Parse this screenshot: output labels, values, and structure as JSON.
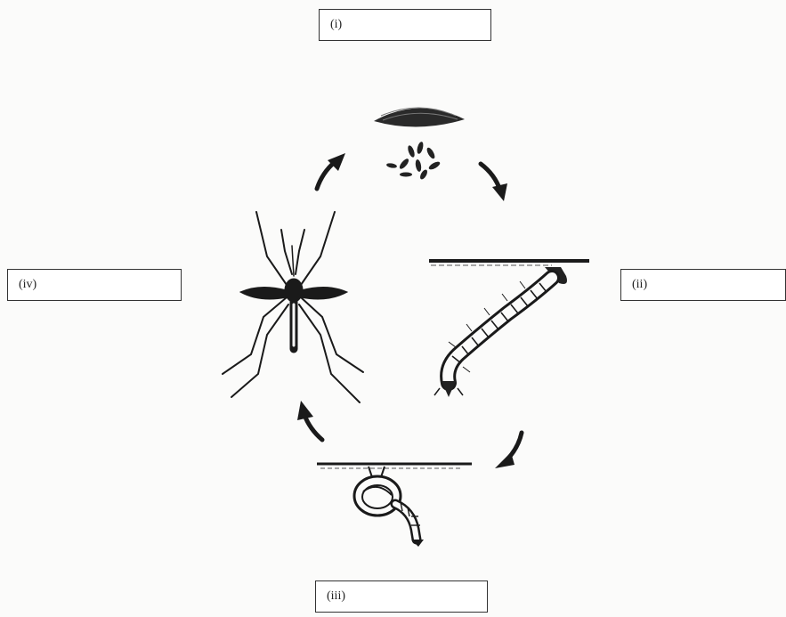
{
  "labels": {
    "stage_1": "(i)",
    "stage_2": "(ii)",
    "stage_3": "(iii)",
    "stage_4": "(iv)"
  },
  "colors": {
    "ink": "#1a1a1a",
    "paper": "#fbfbfa"
  },
  "icons": [
    "egg-raft-icon",
    "larva-icon",
    "pupa-icon",
    "adult-mosquito-icon",
    "cycle-arrow-icon"
  ]
}
